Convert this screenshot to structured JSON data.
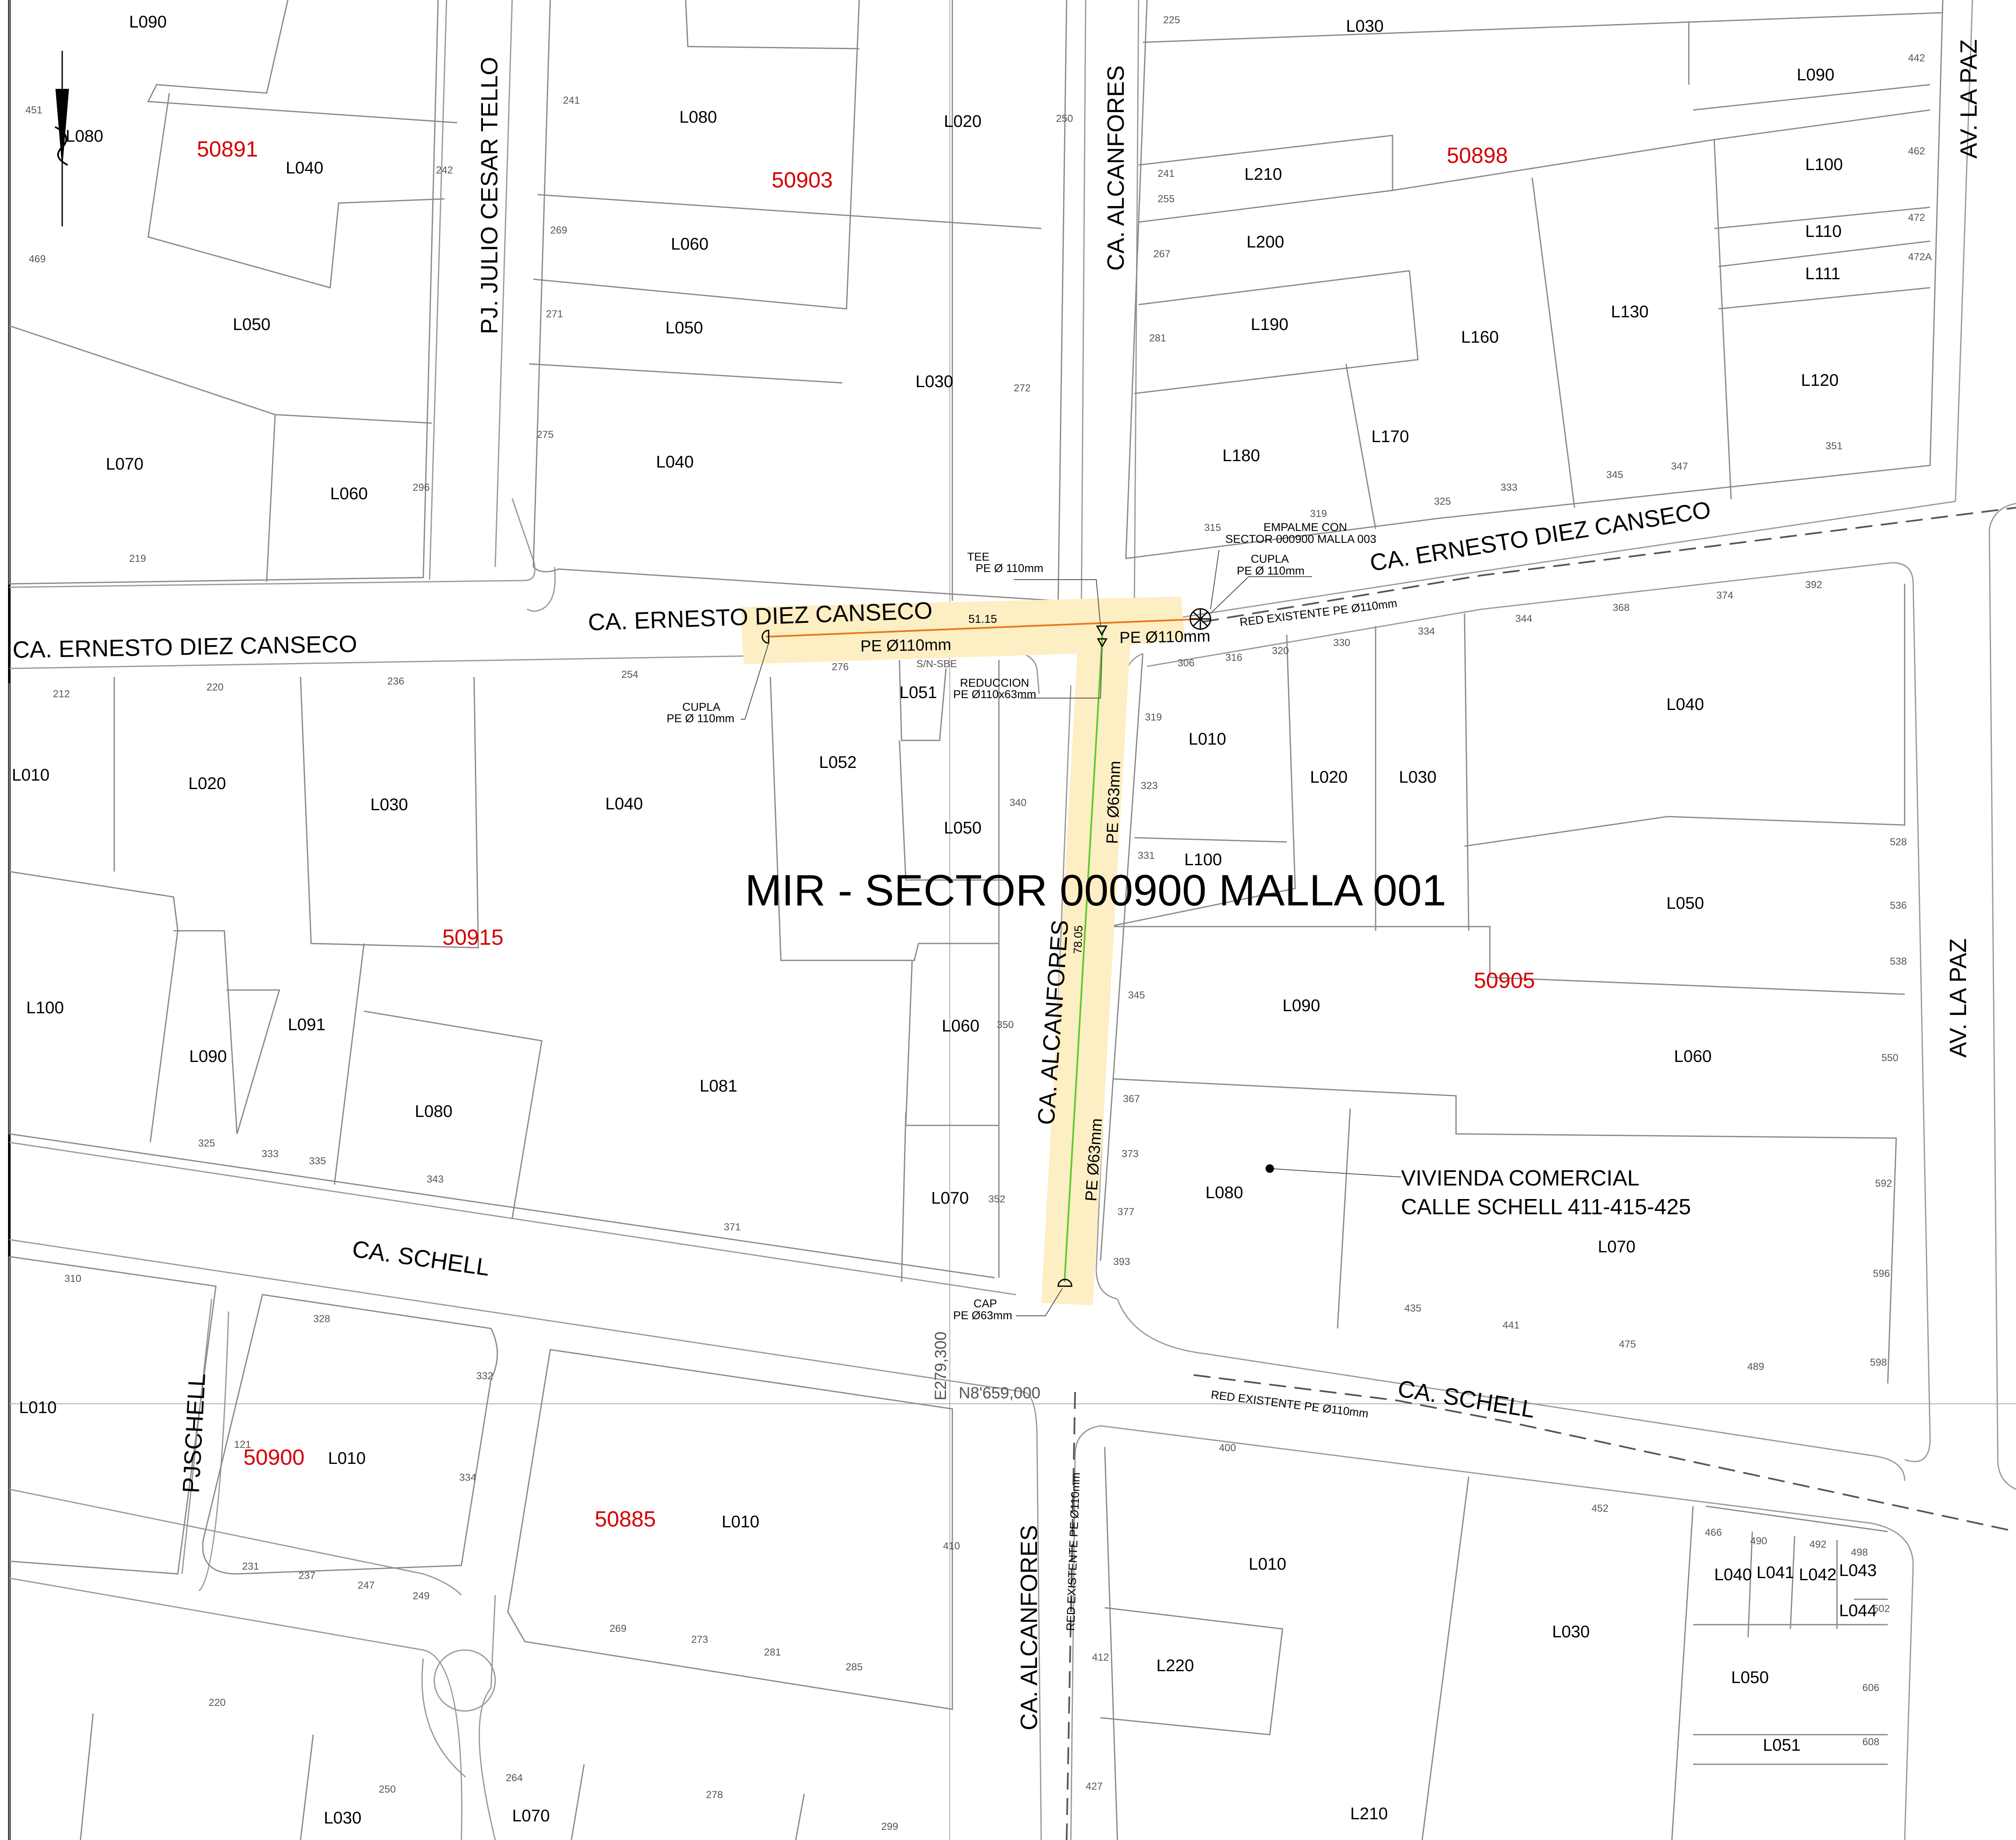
{
  "title": "MIR - SECTOR 000900 MALLA 001",
  "blocks": [
    {
      "id": "blk-50891",
      "label": "50891"
    },
    {
      "id": "blk-50903",
      "label": "50903"
    },
    {
      "id": "blk-50898",
      "label": "50898"
    },
    {
      "id": "blk-50915",
      "label": "50915"
    },
    {
      "id": "blk-50905",
      "label": "50905"
    },
    {
      "id": "blk-50900",
      "label": "50900"
    },
    {
      "id": "blk-50885",
      "label": "50885"
    }
  ],
  "streets": {
    "julio_cesar_tello": "PJ. JULIO CESAR TELLO",
    "alcanfores": "CA. ALCANFORES",
    "la_paz": "AV. LA PAZ",
    "diez_canseco": "CA. ERNESTO DIEZ CANSECO",
    "schell": "CA. SCHELL",
    "pjschell": "PJSCHELL"
  },
  "lots": {
    "tl": [
      "L090",
      "L080",
      "L040",
      "L050",
      "L070",
      "L060"
    ],
    "tm": [
      "L080",
      "L020",
      "L060",
      "L050",
      "L030",
      "L040"
    ],
    "tr": [
      "L030",
      "L210",
      "L200",
      "L190",
      "L180",
      "L170",
      "L160",
      "L130",
      "L090",
      "L100",
      "L110",
      "L111",
      "L120"
    ],
    "ml": [
      "L010",
      "L020",
      "L030",
      "L040",
      "L051",
      "L052",
      "L050",
      "L100",
      "L090",
      "L091",
      "L080",
      "L081",
      "L060",
      "L070"
    ],
    "mr": [
      "L010",
      "L020",
      "L030",
      "L040",
      "L100",
      "L050",
      "L090",
      "L060",
      "L080",
      "L070"
    ],
    "bl": [
      "L010",
      "L010",
      "L010",
      "L030",
      "L070"
    ],
    "br": [
      "L010",
      "L220",
      "L030",
      "L040",
      "L041",
      "L042",
      "L043",
      "L044",
      "L050",
      "L051",
      "L210"
    ]
  },
  "house_numbers": [
    "451",
    "469",
    "219",
    "296",
    "242",
    "241",
    "269",
    "271",
    "275",
    "250",
    "272",
    "225",
    "241",
    "255",
    "267",
    "281",
    "315",
    "319",
    "325",
    "333",
    "345",
    "347",
    "351",
    "442",
    "462",
    "472",
    "472A",
    "212",
    "220",
    "236",
    "254",
    "276",
    "340",
    "319",
    "323",
    "331",
    "306",
    "316",
    "320",
    "330",
    "334",
    "344",
    "368",
    "374",
    "392",
    "350",
    "352",
    "345",
    "367",
    "373",
    "377",
    "393",
    "528",
    "536",
    "538",
    "550",
    "592",
    "596",
    "598",
    "489",
    "475",
    "441",
    "435",
    "325",
    "333",
    "335",
    "343",
    "371",
    "310",
    "328",
    "332",
    "334",
    "121",
    "231",
    "237",
    "247",
    "249",
    "410",
    "269",
    "273",
    "281",
    "285",
    "400",
    "412",
    "427",
    "452",
    "466",
    "490",
    "492",
    "498",
    "502",
    "606",
    "608",
    "220",
    "250",
    "264",
    "278",
    "299"
  ],
  "pipe": {
    "main_label": "PE Ø110mm",
    "main_label_east": "PE Ø110mm",
    "main_length": "51.15",
    "branch_label": "PE Ø63mm",
    "branch_label_2": "PE Ø63mm",
    "branch_length": "78.05",
    "existing_north": "RED EXISTENTE PE Ø110mm",
    "existing_south": "RED EXISTENTE PE Ø110mm",
    "existing_vertical": "RED EXISTENTE PE Ø110mm"
  },
  "annotations": {
    "tee_1": "TEE",
    "tee_2": "PE Ø 110mm",
    "cupla_w_1": "CUPLA",
    "cupla_w_2": "PE Ø 110mm",
    "empalme_1": "EMPALME CON",
    "empalme_2": "SECTOR 000900 MALLA 003",
    "cupla_e_1": "CUPLA",
    "cupla_e_2": "PE Ø 110mm",
    "sn_sbe": "S/N-SBE",
    "reduccion_1": "REDUCCION",
    "reduccion_2": "PE Ø110x63mm",
    "cap_1": "CAP",
    "cap_2": "PE Ø63mm",
    "vivienda_1": "VIVIENDA COMERCIAL",
    "vivienda_2": "CALLE SCHELL 411-415-425"
  },
  "grid": {
    "easting": "E279,300",
    "northing": "N8'659,000"
  },
  "colors": {
    "highlight": "#fdeec4",
    "main_pipe": "#e8761c",
    "branch_pipe": "#5ecb2c",
    "block_number": "#d40000"
  }
}
